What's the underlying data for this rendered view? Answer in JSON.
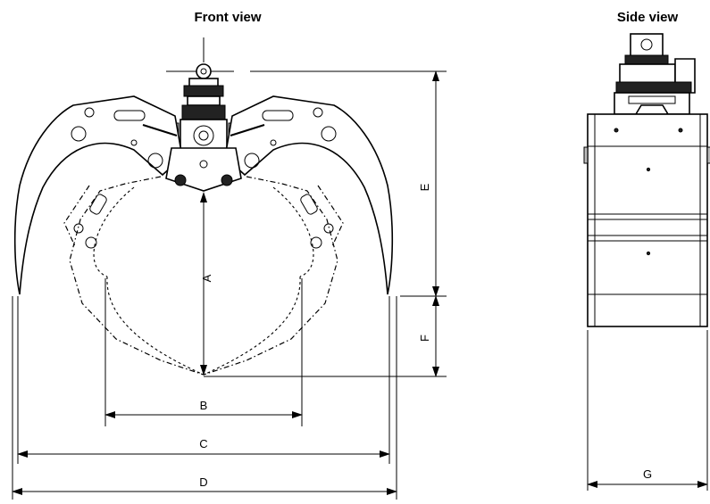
{
  "titles": {
    "front": "Front view",
    "side": "Side view"
  },
  "dimensions": {
    "A": "A",
    "B": "B",
    "C": "C",
    "D": "D",
    "E": "E",
    "F": "F",
    "G": "G"
  }
}
